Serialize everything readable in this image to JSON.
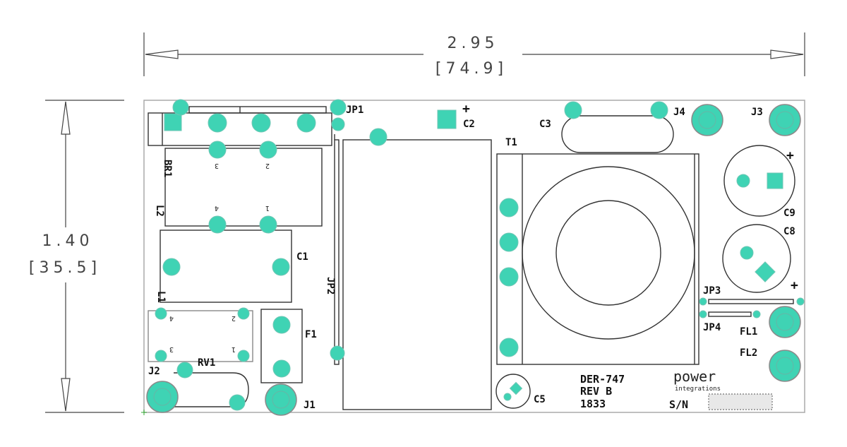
{
  "dimensions": {
    "width_in": "2.95",
    "width_mm": "[74.9]",
    "height_in": "1.40",
    "height_mm": "[35.5]"
  },
  "refdes": {
    "jp1": "JP1",
    "c2": "C2",
    "c2_polarity": "+",
    "c3": "C3",
    "j4": "J4",
    "j3": "J3",
    "br1": "BR1",
    "t1": "T1",
    "l2": "L2",
    "c1": "C1",
    "jp2": "JP2",
    "l1": "L1",
    "c9": "C9",
    "c9_polarity": "+",
    "c8": "C8",
    "c8_polarity": "+",
    "jp3": "JP3",
    "jp4": "JP4",
    "fl1": "FL1",
    "fl2": "FL2",
    "f1": "F1",
    "rv1": "RV1",
    "j2": "J2",
    "j1": "J1",
    "c5": "C5"
  },
  "pin_labels": {
    "l2_p3": "3",
    "l2_p2": "2",
    "l2_p4": "4",
    "l2_p1": "1",
    "l1_p4": "4",
    "l1_p2": "2",
    "l1_p3": "3",
    "l1_p1": "1"
  },
  "silkscreen": {
    "board_name": "DER-747",
    "revision": "REV B",
    "date_code": "1833",
    "sn_label": "S/N"
  },
  "logo": {
    "word1": "power",
    "word2": "integrations"
  },
  "colors": {
    "pad": "#3fd3b4",
    "pad_ring": "#8a8a8a",
    "outline": "#333333",
    "board_edge": "#aaaaaa"
  }
}
